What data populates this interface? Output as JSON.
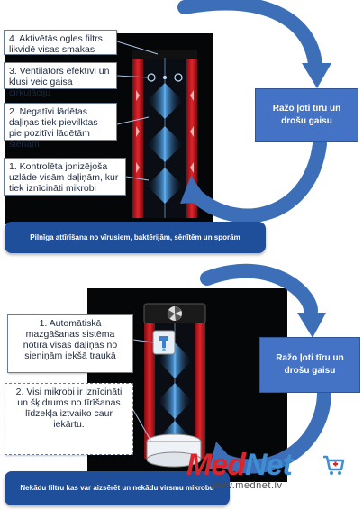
{
  "top": {
    "labels": [
      "4. Aktivētās ogles filtrs likvidē visas smakas",
      "3. Ventilātors efektīvi un klusi veic gaisa cirkulāciju",
      "2. Negatīvi lādētas daļiņas tiek pievilktas pie pozitīvi lādētām sienām",
      "1. Kontrolēta jonizējoša uzlāde visām daļiņām, kur tiek iznīcināti mikrobi"
    ],
    "result": "Ražo ļoti tīru un drošu gaisu",
    "banner": "Pilnīga attīrīšana no vīrusiem, baktērijām, sēnītēm un sporām"
  },
  "bottom": {
    "labels": [
      "1. Automātiskā mazgāšanas sistēma notīra visas daļiņas no sieniņām iekšā traukā",
      "2. Visi mikrobi ir iznīcināti un šķidrums no tīrīšanas līdzekļa iztvaiko caur iekārtu."
    ],
    "result": "Ražo ļoti tīru un drošu gaisu",
    "banner": "Nekādu filtru kas var aizsērēt un nekādu virsmu mikrobu"
  },
  "logo": {
    "brand_a": "Med",
    "brand_b": "Net",
    "url": "www.mednet.lv"
  },
  "colors": {
    "accent_blue": "#4472c4",
    "banner_blue": "#1f4e9a",
    "device_red": "#c8161d",
    "arrow_blue": "#3d6fb8"
  },
  "icons": [
    "fan-icon",
    "water-tap-icon",
    "cart-icon"
  ]
}
